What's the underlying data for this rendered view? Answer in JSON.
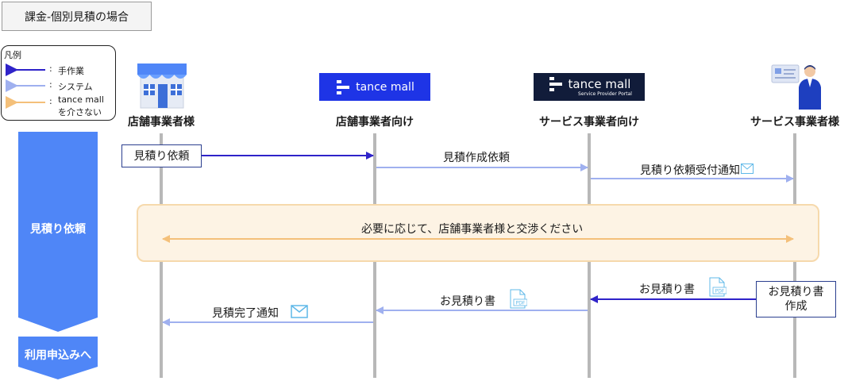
{
  "title": "課金-個別見積の場合",
  "legend": {
    "heading": "凡例",
    "items": [
      {
        "label": "手作業",
        "color": "#2f23c9"
      },
      {
        "label": "システム",
        "color": "#9fb0ef"
      },
      {
        "label_line1": "tance mall",
        "label_line2": "を介さない",
        "color": "#f4c07a"
      }
    ],
    "colon": ":"
  },
  "phases": {
    "estimate": "見積り依頼",
    "apply": "利用申込みへ",
    "color": "#4f86f7"
  },
  "columns": {
    "shop_user": "店舗事業者様",
    "shop_portal": "店舗事業者向け",
    "provider_portal": "サービス事業者向け",
    "provider_user": "サービス事業者様"
  },
  "logos": {
    "tance_mall": "tance mall",
    "provider_portal_sub": "Service Provider Portal"
  },
  "boxes": {
    "request_estimate": "見積り依頼",
    "create_estimate_line1": "お見積り書",
    "create_estimate_line2": "作成"
  },
  "messages": {
    "create_request": "見積作成依頼",
    "request_received_notice": "見積り依頼受付通知",
    "negotiate": "必要に応じて、店舗事業者様と交渉ください",
    "estimate_doc_provider": "お見積り書",
    "estimate_doc_portal": "お見積り書",
    "estimate_complete_notice": "見積完了通知"
  },
  "icons": {
    "pdf_badge": "PDF"
  },
  "colors": {
    "manual": "#2f23c9",
    "system": "#9fb0ef",
    "offline": "#f4c07a",
    "lifeline": "#b8b8b8",
    "brand_blue": "#1e34e6",
    "brand_navy": "#111c3a"
  }
}
